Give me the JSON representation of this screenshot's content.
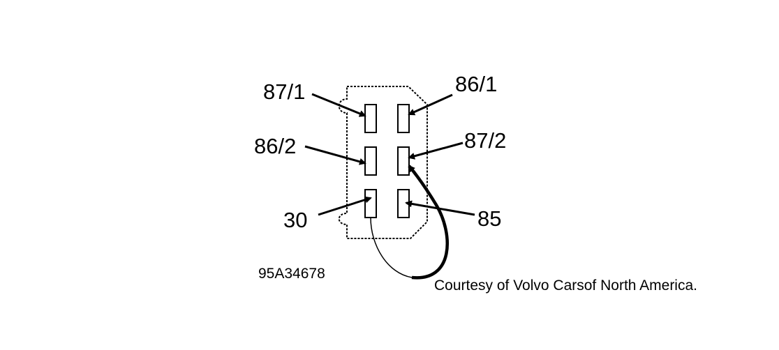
{
  "connector": {
    "pins": {
      "p87_1": "87/1",
      "p86_1": "86/1",
      "p86_2": "86/2",
      "p87_2": "87/2",
      "p30": "30",
      "p85": "85"
    }
  },
  "figure_id": "95A34678",
  "courtesy": "Courtesy of Volvo Carsof North America."
}
